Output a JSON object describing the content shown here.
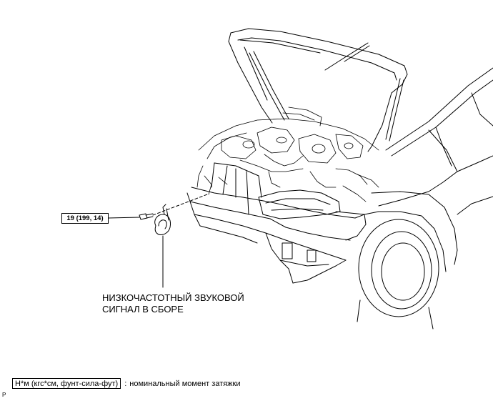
{
  "diagram": {
    "torque_callout": "19 (199, 14)",
    "part_label_lines": [
      "НИЗКОЧАСТОТНЫЙ ЗВУКОВОЙ",
      "СИГНАЛ В СБОРЕ"
    ],
    "legend": {
      "unit_box": "Н*м (кгс*см, фунт-сила-фут)",
      "separator": ":",
      "description": "номинальный момент затяжки"
    },
    "figure_code": "P"
  }
}
